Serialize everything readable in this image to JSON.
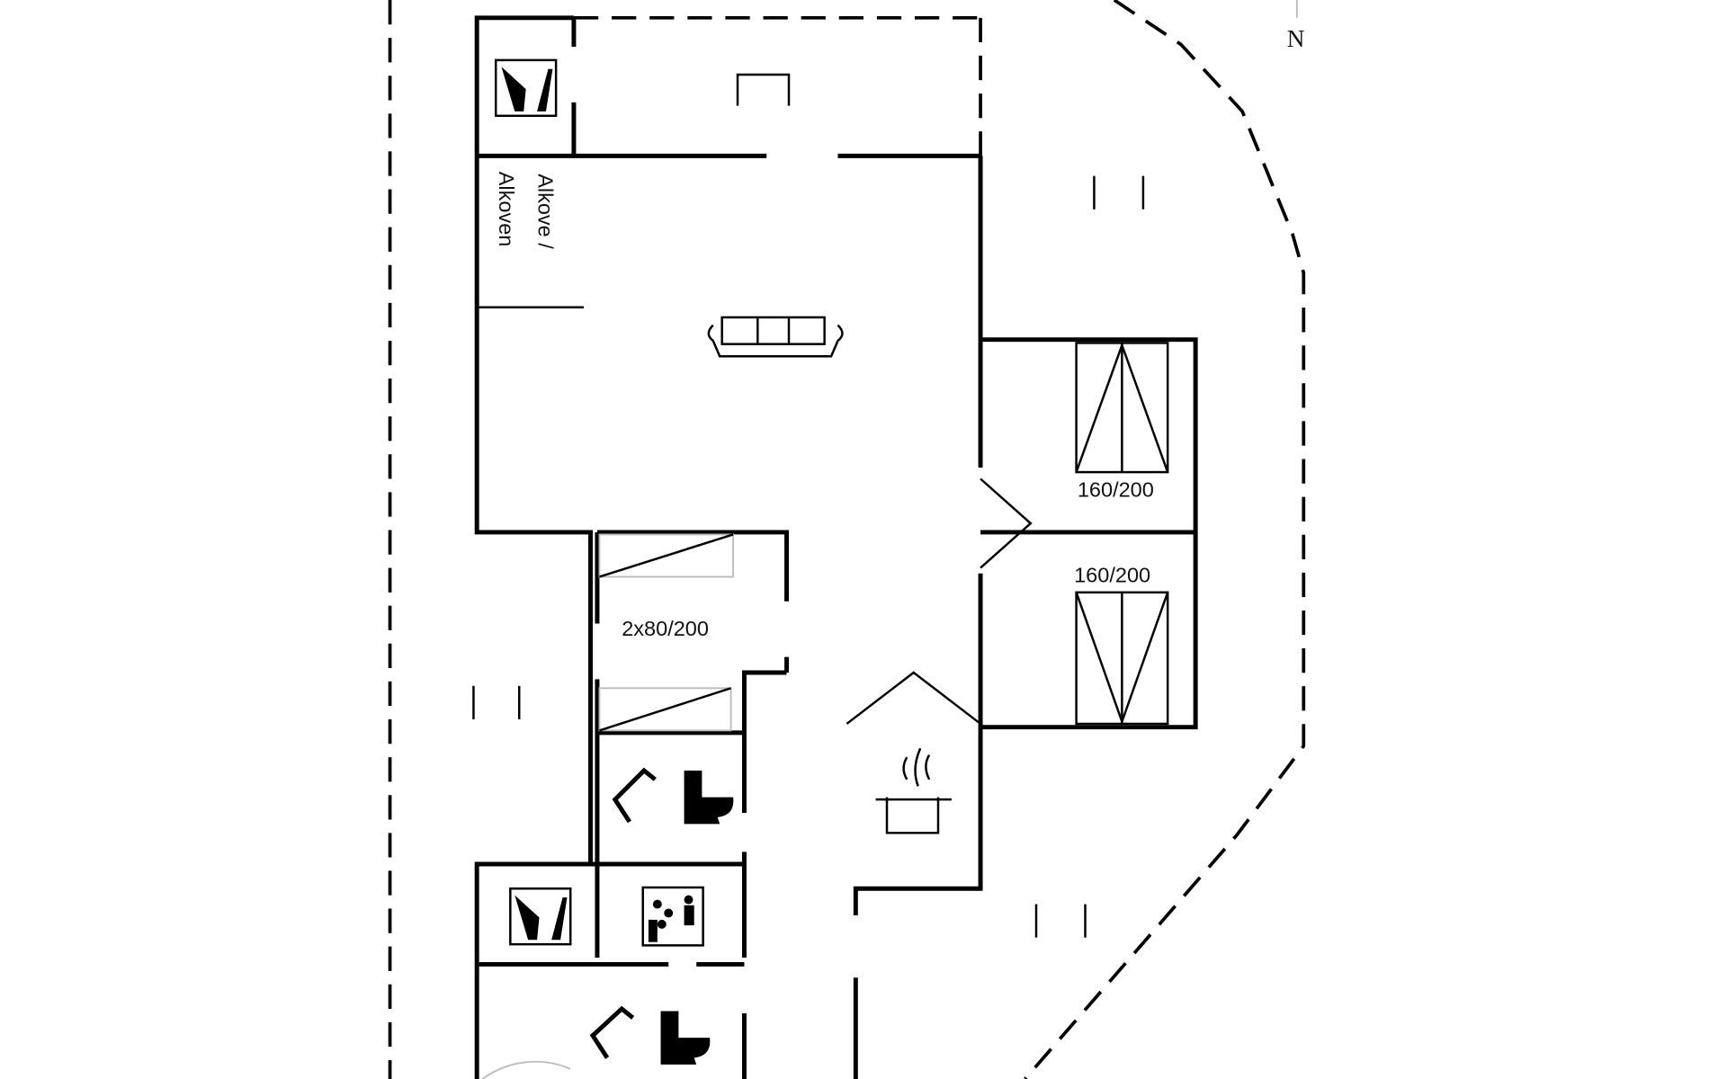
{
  "plan": {
    "north_label": "N",
    "alcove_label_line1": "Alkove /",
    "alcove_label_line2": "Alkoven",
    "bed_top_right": "160/200",
    "bed_bottom_right": "160/200",
    "bed_center": "2x80/200"
  },
  "icons": [
    "utility-room-icon",
    "fireplace-icon",
    "sofa-icon",
    "double-bed-icon",
    "single-beds-icon",
    "shower-icon",
    "toilet-icon",
    "kitchen-pot-icon",
    "sauna-icon",
    "terrace-marker-icon",
    "north-arrow-icon"
  ],
  "colors": {
    "line": "#000000",
    "background": "#ffffff"
  }
}
